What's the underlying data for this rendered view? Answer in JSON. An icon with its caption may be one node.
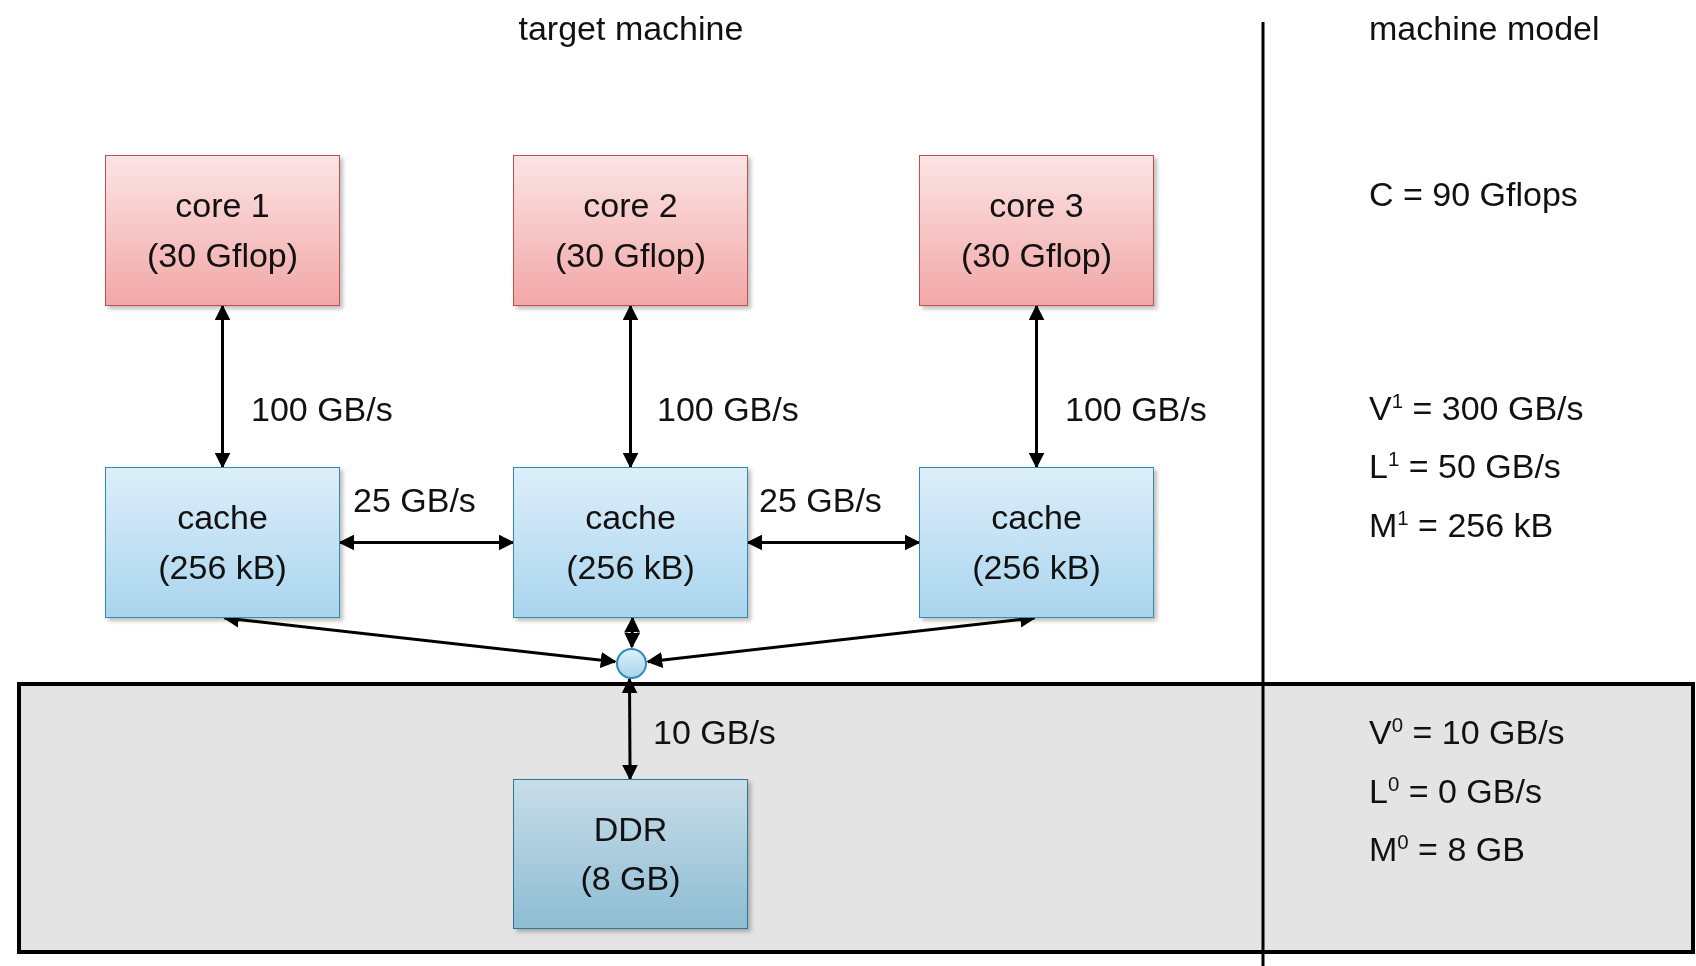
{
  "diagram": {
    "nodes": [
      {
        "text": [
          "core 1",
          "(30 Gflop)"
        ]
      },
      {
        "text": [
          "core 2",
          "(30 Gflop)"
        ]
      },
      {
        "text": [
          "core 3",
          "(30 Gflop)"
        ]
      },
      {
        "text": [
          "cache",
          "(256 kB)"
        ]
      },
      {
        "text": [
          "cache",
          "(256 kB)"
        ]
      },
      {
        "text": [
          "cache",
          "(256 kB)"
        ]
      },
      {
        "text": [],
        "shape": "circle"
      },
      {
        "text": [
          "DDR",
          "(8 GB)"
        ]
      }
    ],
    "edges": [
      {
        "from": 0,
        "to": 3,
        "arrow": "both",
        "label": "100 GB/s"
      },
      {
        "from": 1,
        "to": 4,
        "arrow": "both",
        "label": "100 GB/s"
      },
      {
        "from": 2,
        "to": 5,
        "arrow": "both",
        "label": "100 GB/s"
      },
      {
        "from": 3,
        "to": 4,
        "arrow": "both",
        "label": "25 GB/s"
      },
      {
        "from": 4,
        "to": 5,
        "arrow": "both",
        "label": "25 GB/s"
      },
      {
        "from": 3,
        "to": 6,
        "arrow": "both"
      },
      {
        "from": 4,
        "to": 6,
        "arrow": "both"
      },
      {
        "from": 5,
        "to": 6,
        "arrow": "both"
      },
      {
        "from": 6,
        "to": 7,
        "arrow": "both",
        "label": "10 GB/s"
      }
    ],
    "labels": [
      "target machine",
      "machine model",
      "C = 90 Gflops",
      "V$^{1}$ = 300 GB/s",
      "L$^{1}$ = 50 GB/s",
      "M$^{1}$ = 256 kB",
      "V$^{0}$ = 10 GB/s",
      "L$^{0}$ = 0 GB/s",
      "M$^{0}$ = 8 GB"
    ]
  }
}
